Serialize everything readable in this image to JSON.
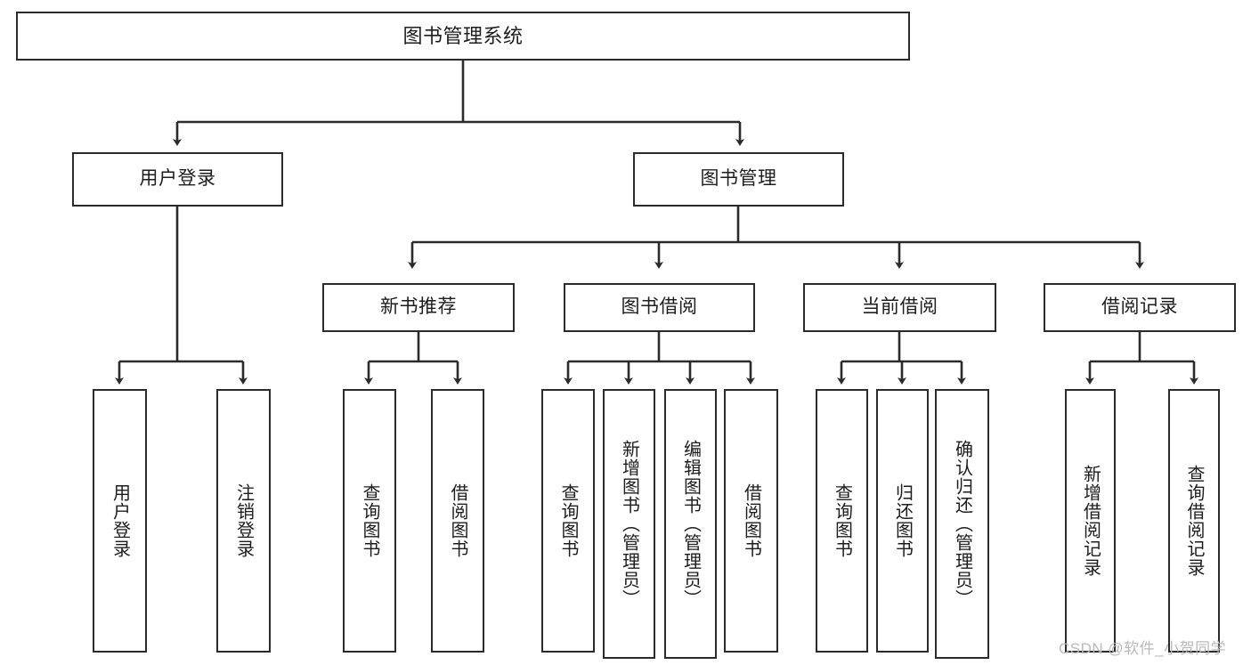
{
  "diagram": {
    "type": "tree",
    "title": "图书管理系统",
    "watermark": "CSDN @软件_小贺同学",
    "colors": {
      "box_border": "#2b2b2b",
      "box_fill": "#ffffff",
      "connector": "#2b2b2b",
      "text": "#1d1d1d",
      "watermark": "#b9b9b9"
    },
    "nodes": {
      "root": {
        "label": "图书管理系统"
      },
      "level2": [
        {
          "label": "用户登录"
        },
        {
          "label": "图书管理"
        }
      ],
      "level3": [
        {
          "label": "新书推荐"
        },
        {
          "label": "图书借阅"
        },
        {
          "label": "当前借阅"
        },
        {
          "label": "借阅记录"
        }
      ],
      "leaves": {
        "user_login": [
          {
            "label": "用户登录"
          },
          {
            "label": "注销登录"
          }
        ],
        "new_book": [
          {
            "label": "查询图书"
          },
          {
            "label": "借阅图书"
          }
        ],
        "book_borrow": [
          {
            "label": "查询图书"
          },
          {
            "label": "新增图书（管理员）"
          },
          {
            "label": "编辑图书（管理员）"
          },
          {
            "label": "借阅图书"
          }
        ],
        "current_borrow": [
          {
            "label": "查询图书"
          },
          {
            "label": "归还图书"
          },
          {
            "label": "确认归还（管理员）"
          }
        ],
        "borrow_record": [
          {
            "label": "新增借阅记录"
          },
          {
            "label": "查询借阅记录"
          }
        ]
      }
    }
  }
}
